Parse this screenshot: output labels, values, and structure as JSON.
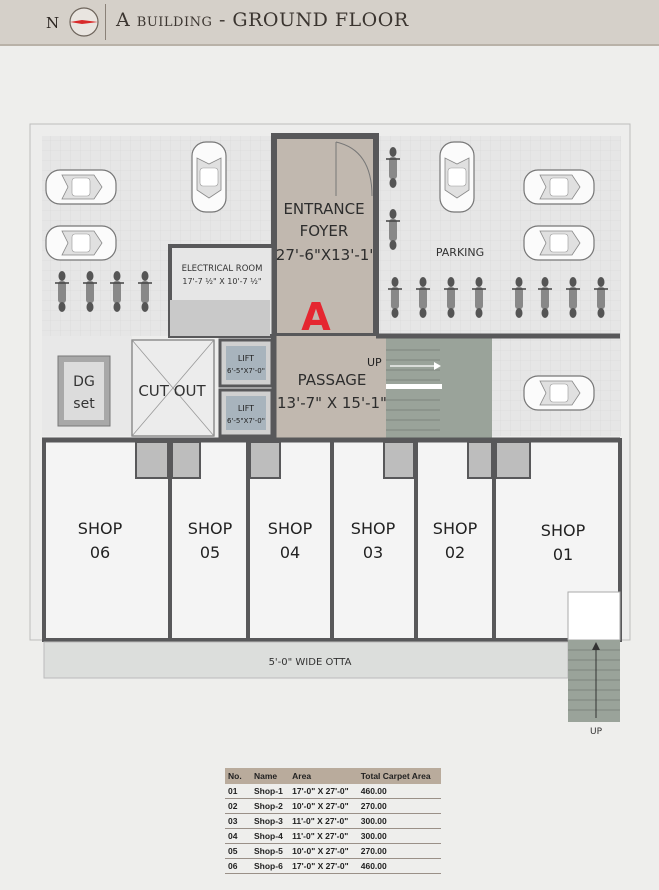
{
  "header": {
    "compass_label": "N",
    "title_main_1": "A",
    "title_small": "BUILDING",
    "title_main_2": "- GROUND FLOOR"
  },
  "plan": {
    "entrance_line1": "ENTRANCE",
    "entrance_line2": "FOYER",
    "entrance_dim": "27'-6\"X13'-1\"",
    "building_mark": "A",
    "passage_label": "PASSAGE",
    "passage_dim": "13'-7\" X 15'-1\"",
    "up_label_stair": "UP",
    "parking_label": "PARKING",
    "electrical_label": "ELECTRICAL ROOM",
    "electrical_dim": "17'-7 ½\" X 10'-7 ½\"",
    "lift_label": "LIFT",
    "lift_dim": "6'-5\"X7'-0\"",
    "cutout_label": "CUT OUT",
    "dg_line1": "DG",
    "dg_line2": "set",
    "shop_word": "SHOP",
    "shops": [
      "06",
      "05",
      "04",
      "03",
      "02",
      "01"
    ],
    "otta_label": "5'-0\" WIDE OTTA",
    "up_label_bottom": "UP"
  },
  "area_table": {
    "headers": [
      "No.",
      "Name",
      "Area",
      "Total Carpet Area"
    ],
    "rows": [
      [
        "01",
        "Shop-1",
        "17'-0\" X 27'-0\"",
        "460.00"
      ],
      [
        "02",
        "Shop-2",
        "10'-0\" X 27'-0\"",
        "270.00"
      ],
      [
        "03",
        "Shop-3",
        "11'-0\" X 27'-0\"",
        "300.00"
      ],
      [
        "04",
        "Shop-4",
        "11'-0\" X 27'-0\"",
        "300.00"
      ],
      [
        "05",
        "Shop-5",
        "10'-0\" X 27'-0\"",
        "270.00"
      ],
      [
        "06",
        "Shop-6",
        "17'-0\" X 27'-0\"",
        "460.00"
      ]
    ]
  },
  "colors": {
    "wall": "#58585a",
    "foyer": "#c1b8af",
    "floor": "#e9e9e9",
    "accent": "#e52630",
    "stair": "#9aa39a"
  }
}
